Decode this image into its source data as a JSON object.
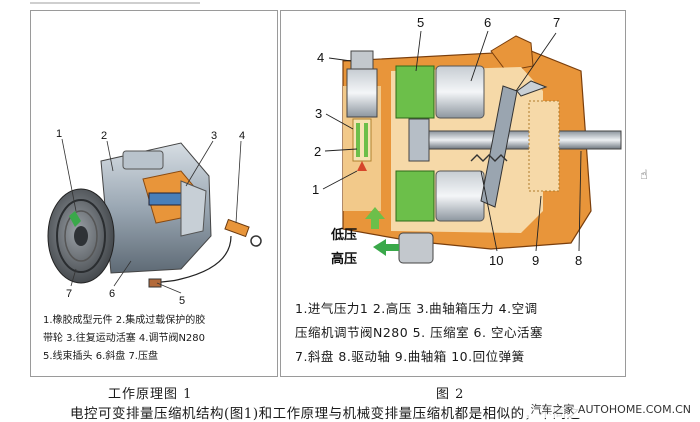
{
  "figure1": {
    "callouts": [
      "1",
      "2",
      "3",
      "4",
      "5",
      "6",
      "7"
    ],
    "legend_lines": [
      "1.橡胶成型元件  2.集成过载保护的胶",
      "带轮  3.往复运动活塞  4.调节阀N280",
      "5.线束插头  6.斜盘  7.压盘"
    ],
    "caption": "工作原理图 1"
  },
  "figure2": {
    "callouts": [
      "1",
      "2",
      "3",
      "4",
      "5",
      "6",
      "7",
      "8",
      "9",
      "10"
    ],
    "low_pressure": "低压",
    "high_pressure": "高压",
    "legend_lines": [
      "1.进气压力1  2.高压  3.曲轴箱压力  4.空调",
      "压缩机调节阀N280  5. 压缩室  6. 空心活塞",
      "7.斜盘  8.驱动轴  9.曲轴箱  10.回位弹簧"
    ],
    "caption": "图 2"
  },
  "bottom_text": "电控可变排量压缩机结构(图1)和工作原理与机械变排量压缩机都是相似的，不同之",
  "watermark": "汽车之家 AUTOHOME.COM.CN",
  "colors": {
    "body_orange": "#e8953a",
    "green": "#6cbf4a",
    "metal": "#9aa5b0",
    "wheel": "#6b6f73"
  }
}
